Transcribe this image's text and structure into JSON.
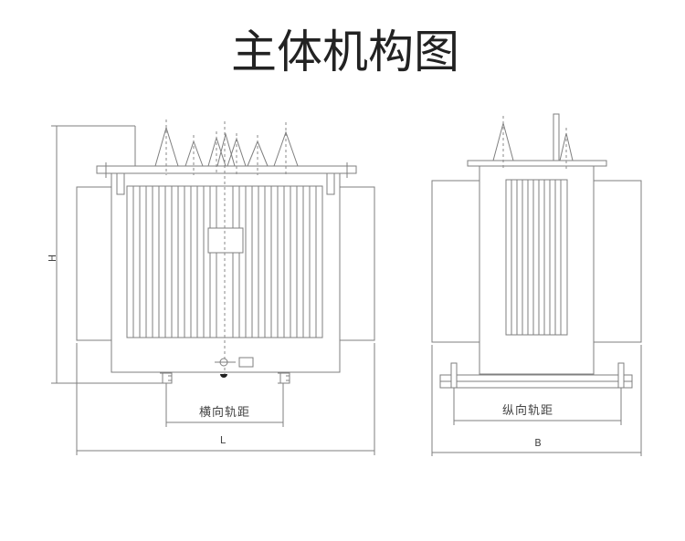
{
  "title": "主体机构图",
  "front_view": {
    "height_label": "H",
    "transverse_gauge_label": "横向轨距",
    "length_label": "L"
  },
  "side_view": {
    "longitudinal_gauge_label": "纵向轨距",
    "width_label": "B"
  }
}
